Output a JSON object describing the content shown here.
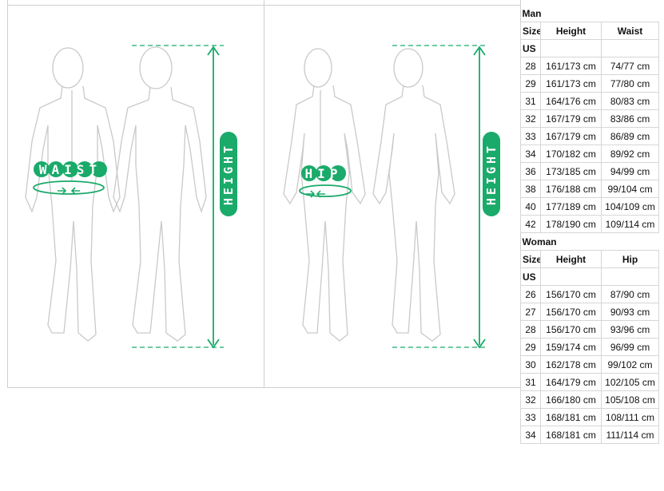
{
  "figures": {
    "man_label_waist": "WAIST",
    "woman_label_hip": "HIP",
    "height_label": "HEIGHT"
  },
  "man": {
    "title": "Man",
    "headers": {
      "size": "Size",
      "height": "Height",
      "measure": "Waist"
    },
    "region": "US",
    "rows": [
      [
        "28",
        "161/173 cm",
        "74/77 cm"
      ],
      [
        "29",
        "161/173 cm",
        "77/80 cm"
      ],
      [
        "31",
        "164/176 cm",
        "80/83 cm"
      ],
      [
        "32",
        "167/179 cm",
        "83/86 cm"
      ],
      [
        "33",
        "167/179 cm",
        "86/89 cm"
      ],
      [
        "34",
        "170/182 cm",
        "89/92 cm"
      ],
      [
        "36",
        "173/185 cm",
        "94/99 cm"
      ],
      [
        "38",
        "176/188 cm",
        "99/104 cm"
      ],
      [
        "40",
        "177/189 cm",
        "104/109 cm"
      ],
      [
        "42",
        "178/190 cm",
        "109/114 cm"
      ]
    ]
  },
  "woman": {
    "title": "Woman",
    "headers": {
      "size": "Size",
      "height": "Height",
      "measure": "Hip"
    },
    "region": "US",
    "rows": [
      [
        "26",
        "156/170 cm",
        "87/90 cm"
      ],
      [
        "27",
        "156/170 cm",
        "90/93 cm"
      ],
      [
        "28",
        "156/170 cm",
        "93/96 cm"
      ],
      [
        "29",
        "159/174 cm",
        "96/99 cm"
      ],
      [
        "30",
        "162/178 cm",
        "99/102 cm"
      ],
      [
        "31",
        "164/179 cm",
        "102/105 cm"
      ],
      [
        "32",
        "166/180 cm",
        "105/108 cm"
      ],
      [
        "33",
        "168/181 cm",
        "108/111 cm"
      ],
      [
        "34",
        "168/181 cm",
        "111/114 cm"
      ]
    ]
  },
  "colors": {
    "accent": "#1aaa6a",
    "outline": "#c9c9c9",
    "grid": "#d6d6d6"
  }
}
